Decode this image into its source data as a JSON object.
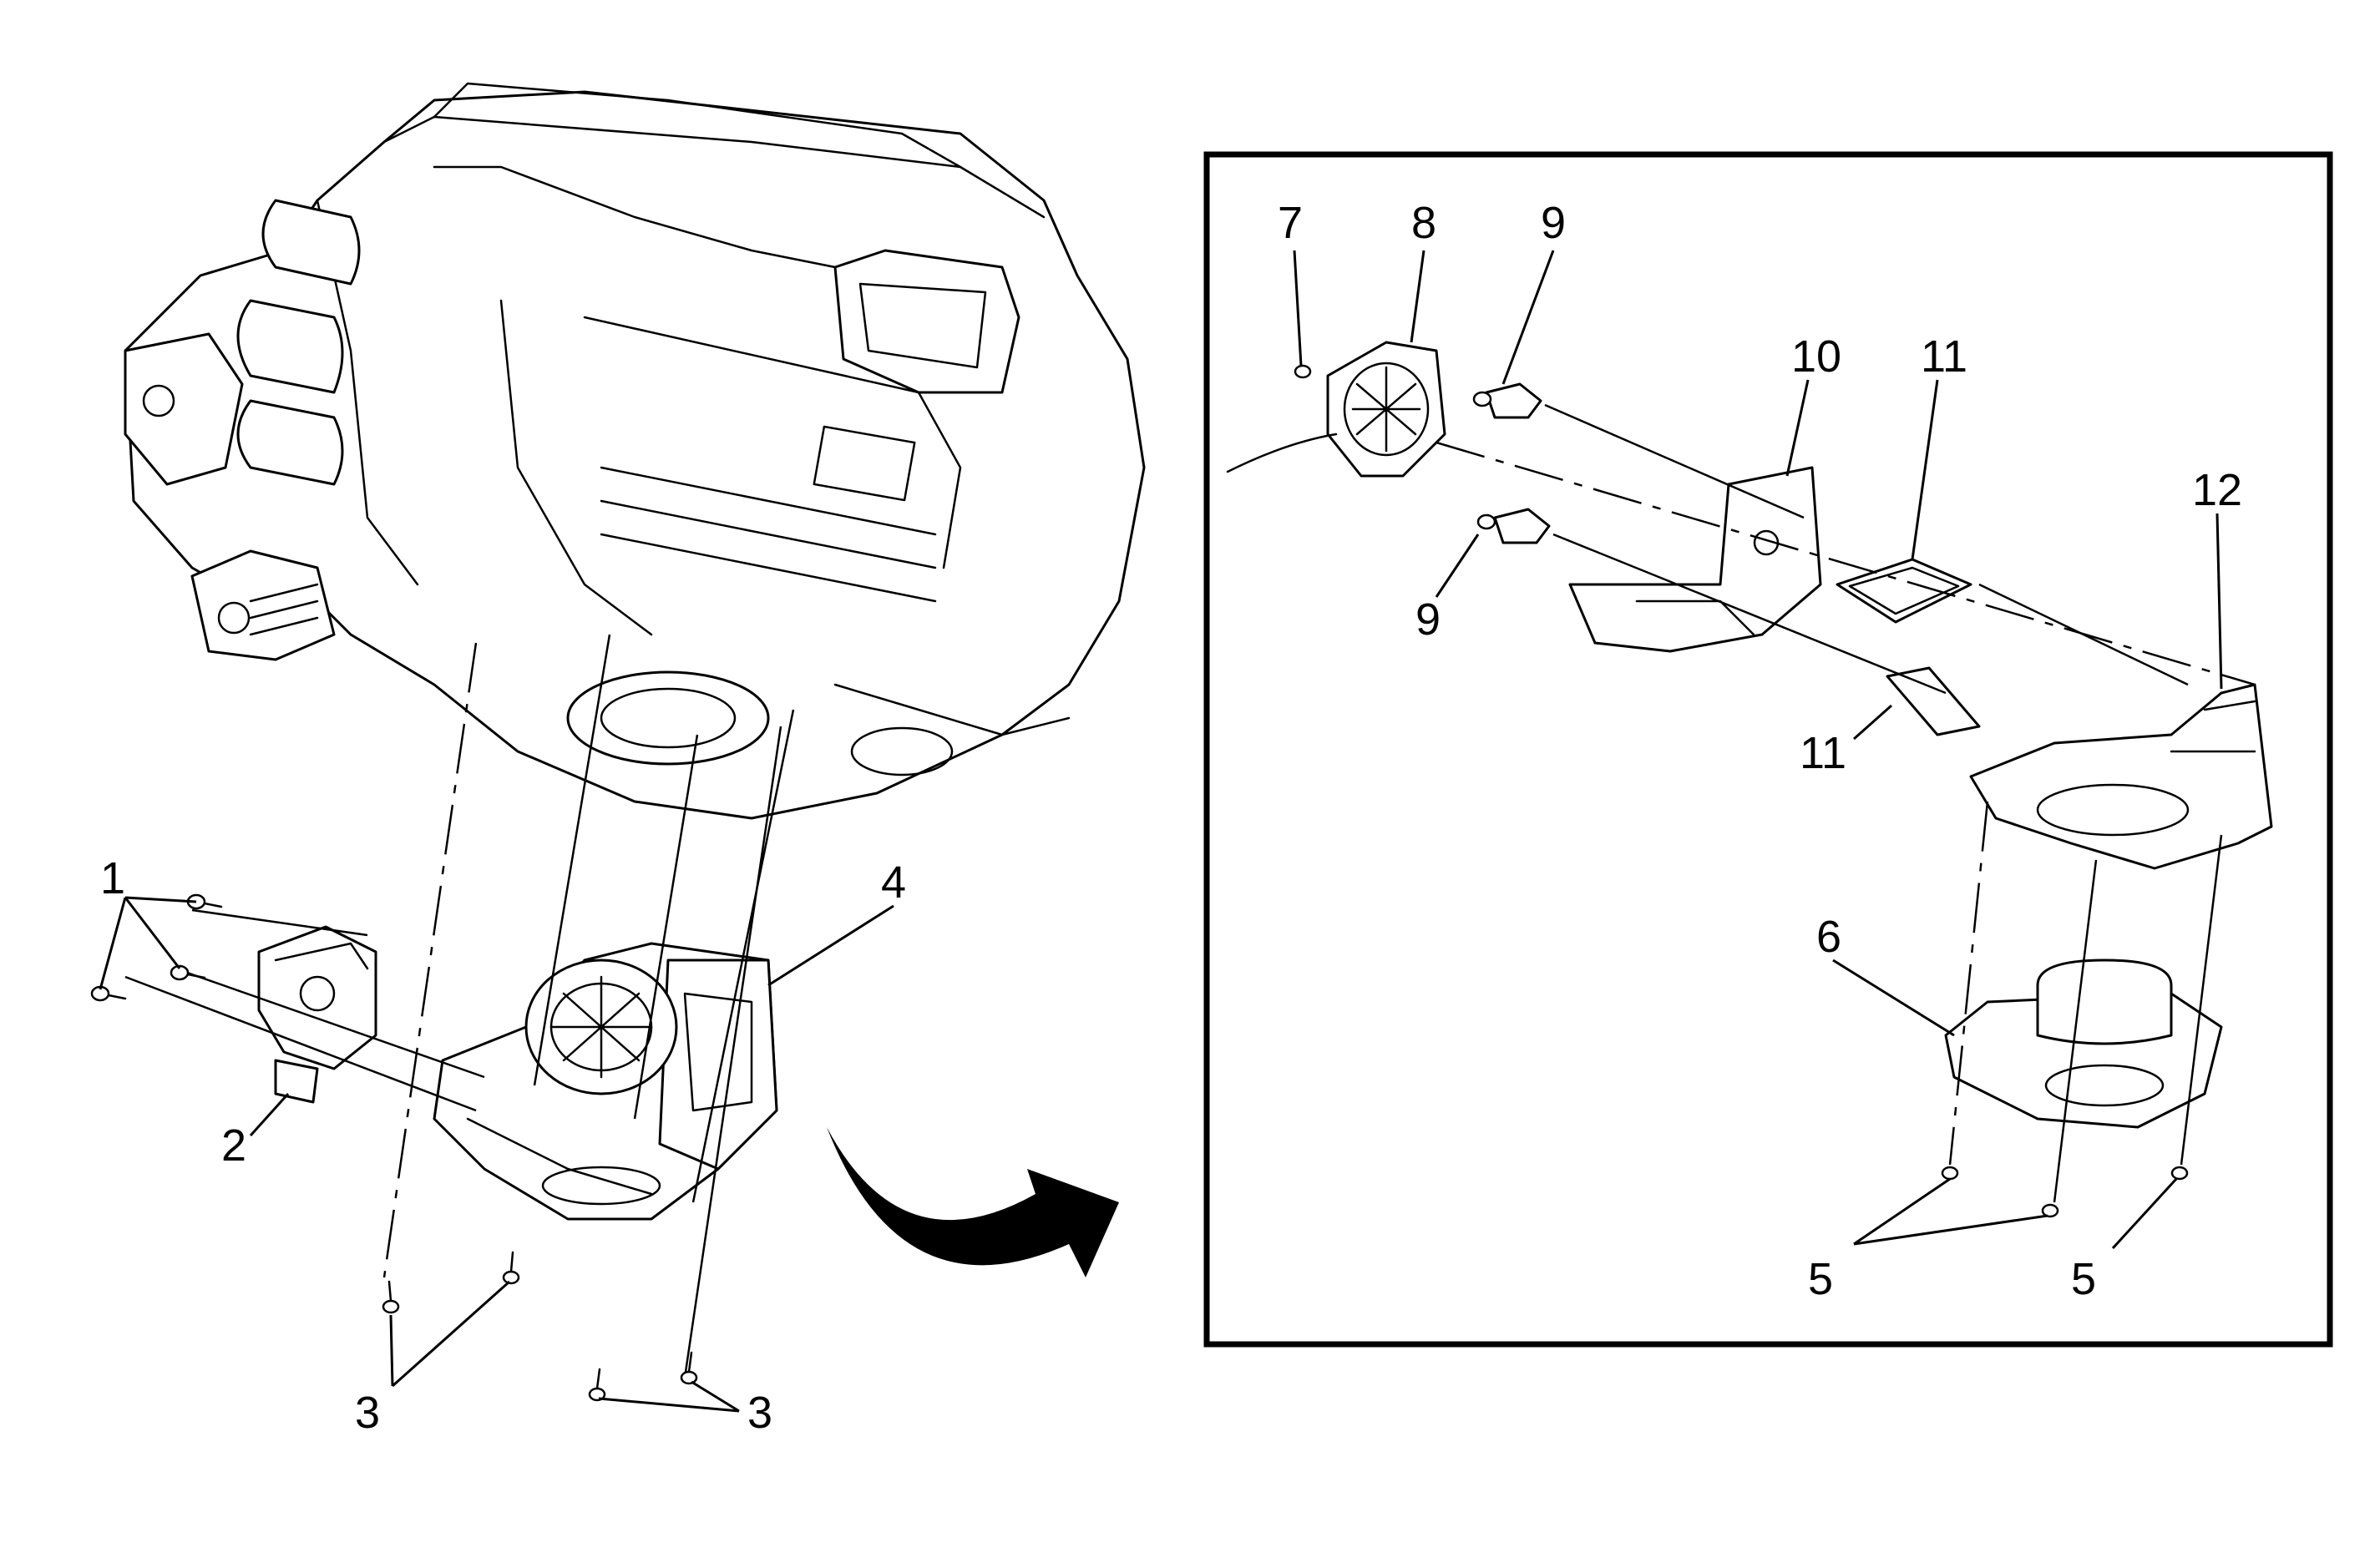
{
  "diagram": {
    "callouts_main": {
      "c1": "1",
      "c2": "2",
      "c3a": "3",
      "c3b": "3",
      "c4": "4"
    },
    "callouts_inset": {
      "c5a": "5",
      "c5b": "5",
      "c6": "6",
      "c7": "7",
      "c8": "8",
      "c9a": "9",
      "c9b": "9",
      "c10": "10",
      "c11a": "11",
      "c11b": "11",
      "c12": "12"
    },
    "colors": {
      "line": "#000000",
      "background": "#ffffff",
      "arrow": "#000000"
    }
  }
}
